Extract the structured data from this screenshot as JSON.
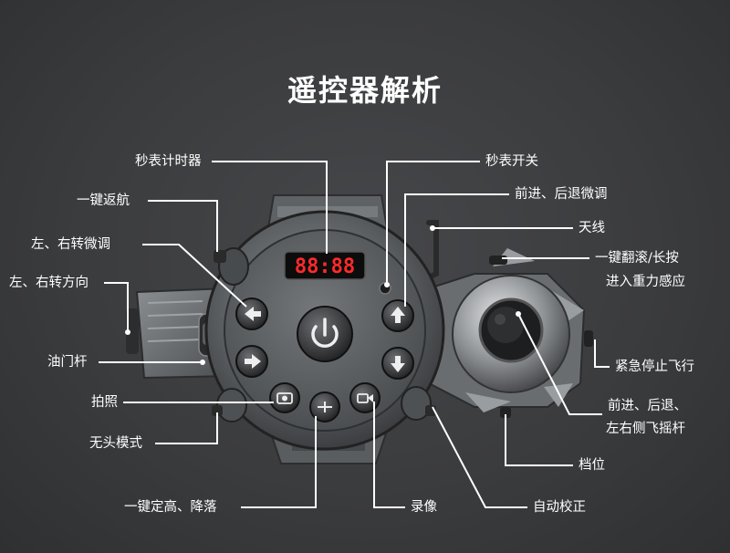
{
  "title": "遥控器解析",
  "display_digits": "88:88",
  "labels": {
    "stopwatch_timer": "秒表计时器",
    "one_key_return": "一键返航",
    "turn_trim": "左、右转微调",
    "turn_direction": "左、右转方向",
    "throttle_stick": "油门杆",
    "photo": "拍照",
    "headless_mode": "无头模式",
    "altitude_hold": "一键定高、降落",
    "stopwatch_switch": "秒表开关",
    "forward_back_trim": "前进、后退微调",
    "antenna": "天线",
    "flip_line1": "一键翻滚/长按",
    "flip_line2": "进入重力感应",
    "emergency_stop": "紧急停止飞行",
    "stick_line1": "前进、后退、",
    "stick_line2": "左右侧飞摇杆",
    "gear": "档位",
    "record": "录像",
    "auto_calibrate": "自动校正"
  }
}
